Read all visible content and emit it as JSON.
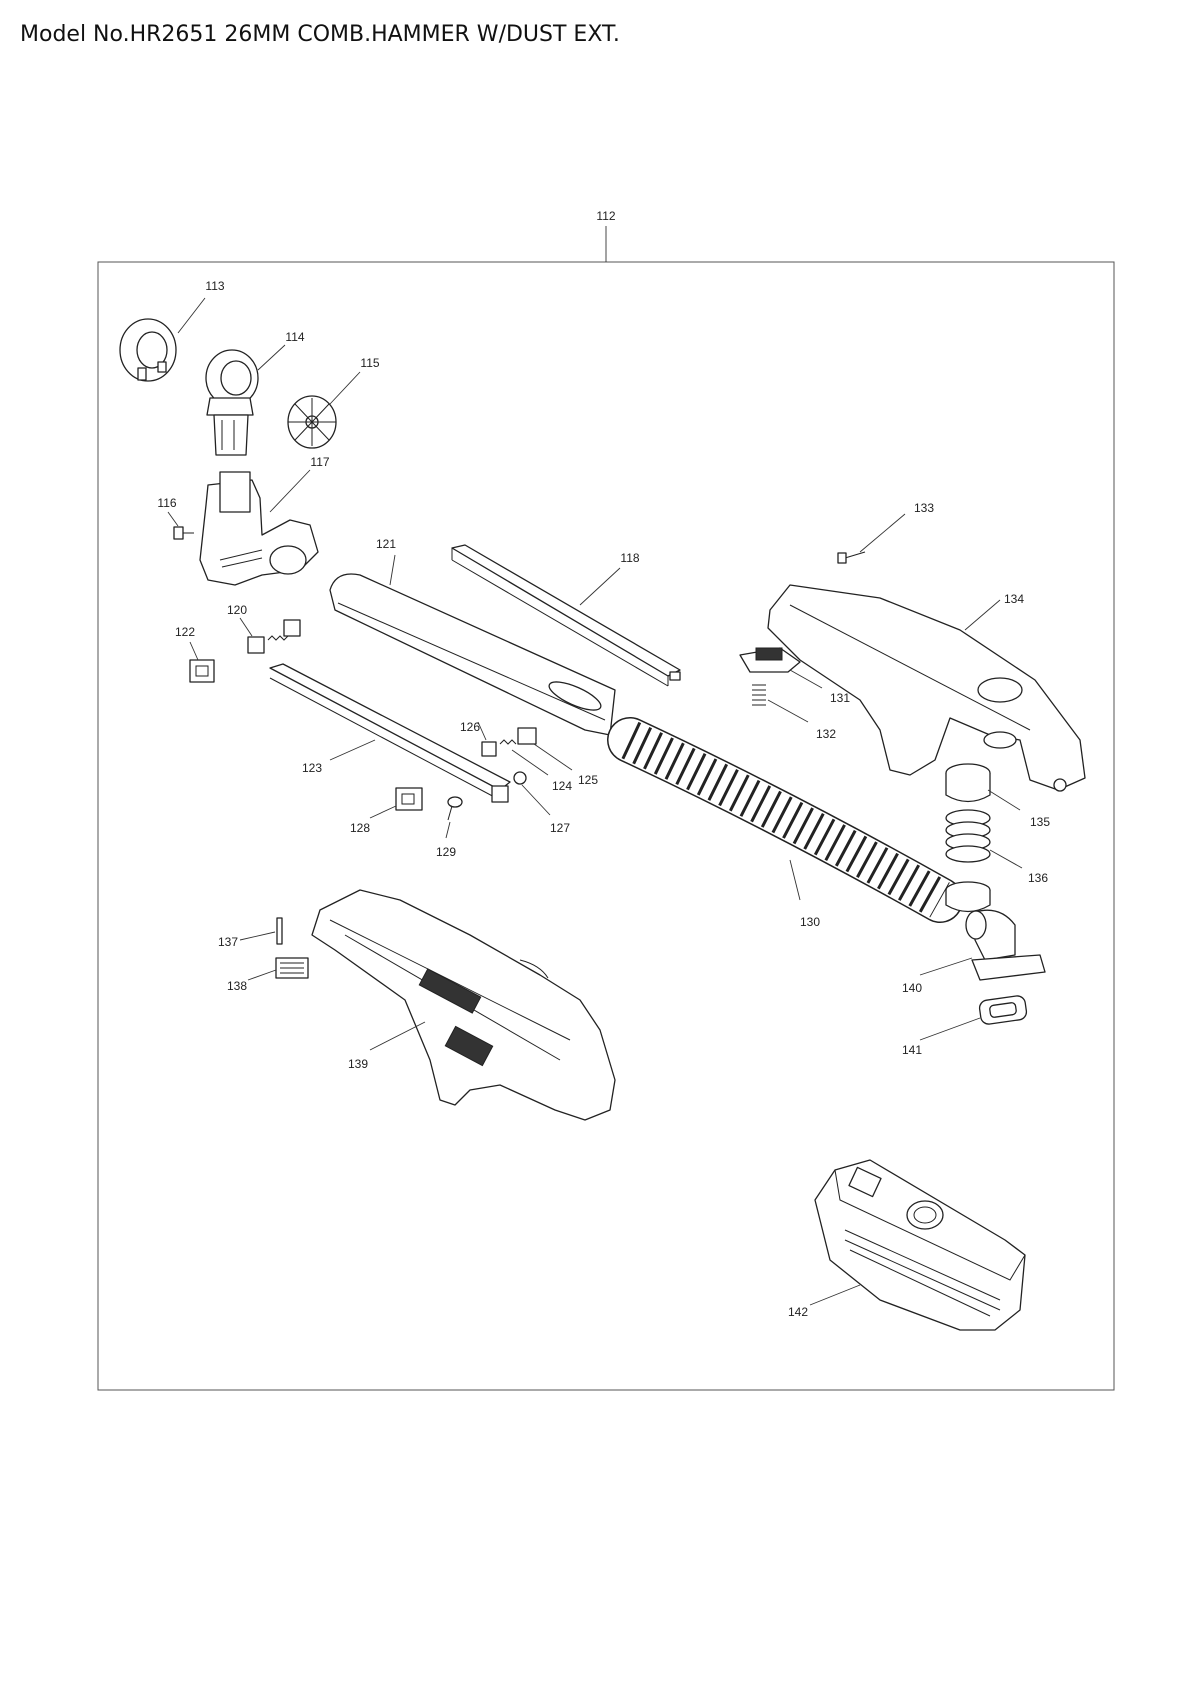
{
  "header": {
    "title": "Model No.HR2651 26MM COMB.HAMMER W/DUST EXT."
  },
  "assembly_label": "112",
  "parts": [
    {
      "id": "p113",
      "label": "113"
    },
    {
      "id": "p114",
      "label": "114"
    },
    {
      "id": "p115",
      "label": "115"
    },
    {
      "id": "p116",
      "label": "116"
    },
    {
      "id": "p117",
      "label": "117"
    },
    {
      "id": "p118",
      "label": "118"
    },
    {
      "id": "p120",
      "label": "120"
    },
    {
      "id": "p121",
      "label": "121"
    },
    {
      "id": "p122",
      "label": "122"
    },
    {
      "id": "p123",
      "label": "123"
    },
    {
      "id": "p124",
      "label": "124"
    },
    {
      "id": "p125",
      "label": "125"
    },
    {
      "id": "p126",
      "label": "126"
    },
    {
      "id": "p127",
      "label": "127"
    },
    {
      "id": "p128",
      "label": "128"
    },
    {
      "id": "p129",
      "label": "129"
    },
    {
      "id": "p130",
      "label": "130"
    },
    {
      "id": "p131",
      "label": "131"
    },
    {
      "id": "p132",
      "label": "132"
    },
    {
      "id": "p133",
      "label": "133"
    },
    {
      "id": "p134",
      "label": "134"
    },
    {
      "id": "p135",
      "label": "135"
    },
    {
      "id": "p136",
      "label": "136"
    },
    {
      "id": "p137",
      "label": "137"
    },
    {
      "id": "p138",
      "label": "138"
    },
    {
      "id": "p139",
      "label": "139"
    },
    {
      "id": "p140",
      "label": "140"
    },
    {
      "id": "p141",
      "label": "141"
    },
    {
      "id": "p142",
      "label": "142"
    }
  ]
}
